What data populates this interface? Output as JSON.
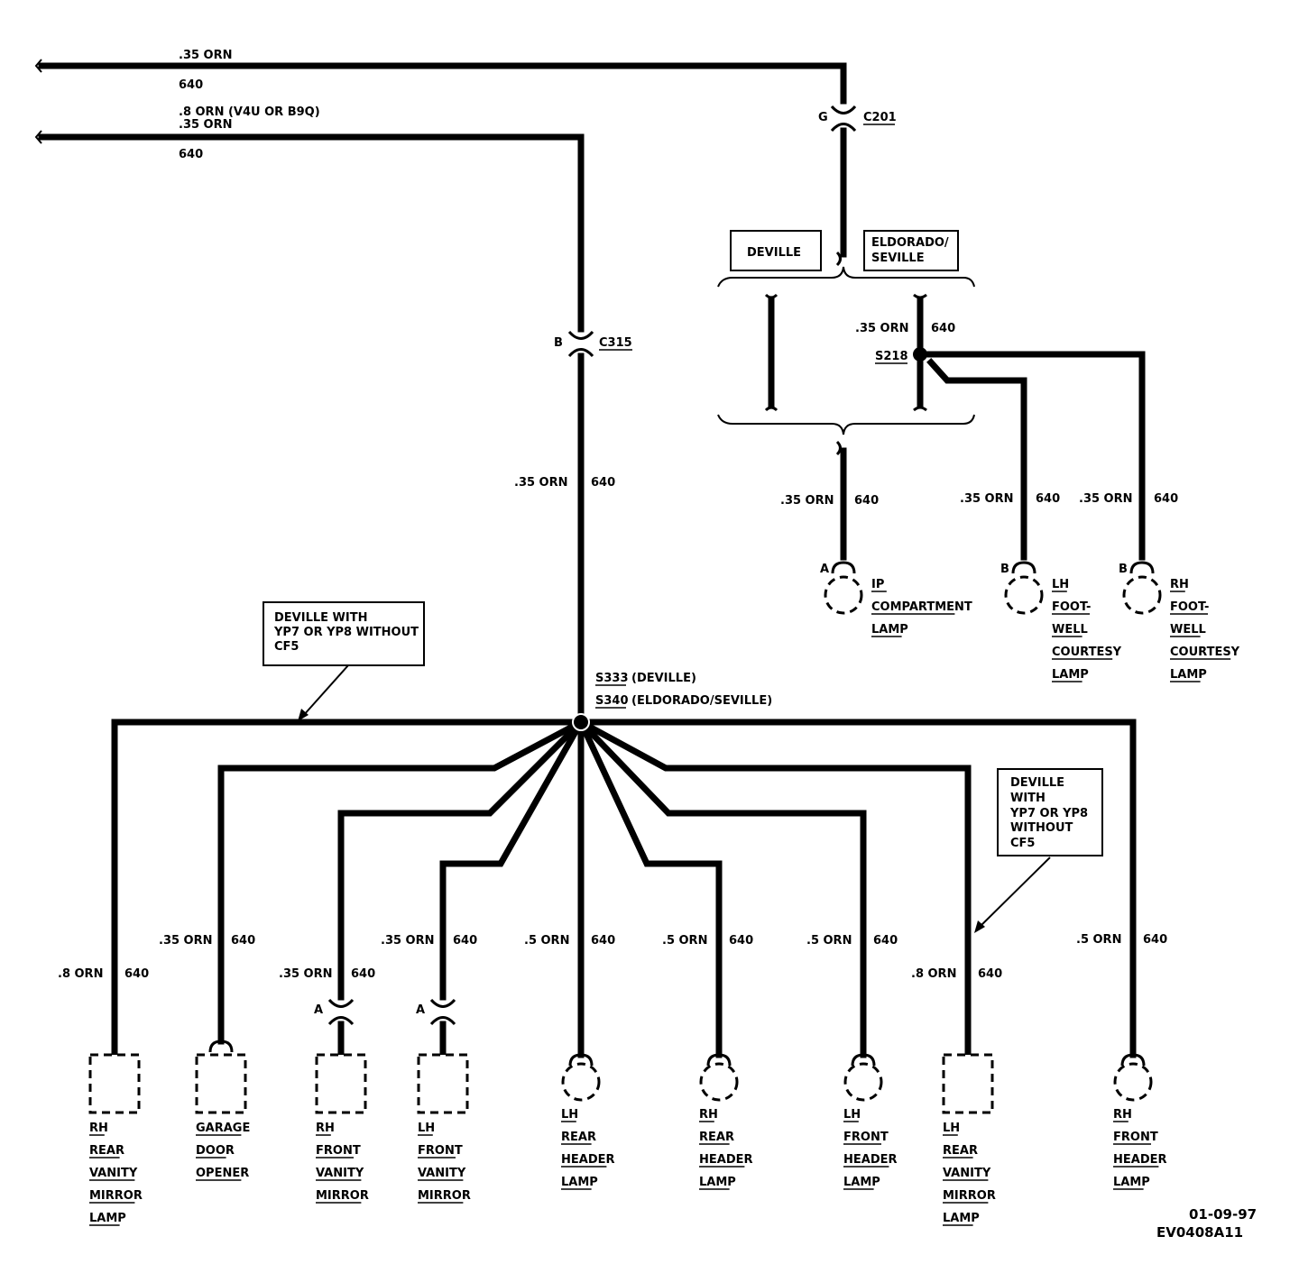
{
  "top_wires": {
    "wire1_gauge": ".35 ORN",
    "wire1_circuit": "640",
    "wire2_gauge_a": ".8 ORN (V4U OR B9Q)",
    "wire2_gauge_b": ".35 ORN",
    "wire2_circuit": "640"
  },
  "connectors": {
    "c201_pin": "G",
    "c201": "C201",
    "c315_pin": "B",
    "c315": "C315"
  },
  "option_boxes": {
    "deville": "DEVILLE",
    "eldorado_1": "ELDORADO/",
    "eldorado_2": "SEVILLE",
    "note_left": [
      "DEVILLE WITH",
      "YP7 OR YP8 WITHOUT",
      "CF5"
    ],
    "note_right": [
      "DEVILLE",
      "WITH",
      "YP7 OR YP8",
      "WITHOUT",
      "CF5"
    ]
  },
  "splices": {
    "s218": "S218",
    "s333": "S333",
    "s333_note": "(DEVILLE)",
    "s340": "S340",
    "s340_note": "(ELDORADO/SEVILLE)"
  },
  "wire_labels": {
    "c315_down_gauge": ".35 ORN",
    "c315_down_circuit": "640",
    "s218_gauge": ".35 ORN",
    "s218_circuit": "640",
    "ip_gauge": ".35 ORN",
    "ip_circuit": "640",
    "lh_foot_gauge": ".35 ORN",
    "lh_foot_circuit": "640",
    "rh_foot_gauge": ".35 ORN",
    "rh_foot_circuit": "640"
  },
  "upper_components": [
    {
      "pin": "A",
      "lines": [
        "IP",
        "COMPARTMENT",
        "LAMP"
      ]
    },
    {
      "pin": "B",
      "lines": [
        "LH",
        "FOOT-",
        "WELL",
        "COURTESY",
        "LAMP"
      ]
    },
    {
      "pin": "B",
      "lines": [
        "RH",
        "FOOT-",
        "WELL",
        "COURTESY",
        "LAMP"
      ]
    }
  ],
  "branches": [
    {
      "gauge": ".8 ORN",
      "circuit": "640",
      "pin": "",
      "lines": [
        "RH",
        "REAR",
        "VANITY",
        "MIRROR",
        "LAMP"
      ]
    },
    {
      "gauge": ".35 ORN",
      "circuit": "640",
      "pin": "",
      "lines": [
        "GARAGE",
        "DOOR",
        "OPENER"
      ]
    },
    {
      "gauge": ".35 ORN",
      "circuit": "640",
      "pin": "A",
      "lines": [
        "RH",
        "FRONT",
        "VANITY",
        "MIRROR"
      ]
    },
    {
      "gauge": ".35 ORN",
      "circuit": "640",
      "pin": "A",
      "lines": [
        "LH",
        "FRONT",
        "VANITY",
        "MIRROR"
      ]
    },
    {
      "gauge": ".5 ORN",
      "circuit": "640",
      "pin": "",
      "lines": [
        "LH",
        "REAR",
        "HEADER",
        "LAMP"
      ]
    },
    {
      "gauge": ".5 ORN",
      "circuit": "640",
      "pin": "",
      "lines": [
        "RH",
        "REAR",
        "HEADER",
        "LAMP"
      ]
    },
    {
      "gauge": ".5 ORN",
      "circuit": "640",
      "pin": "",
      "lines": [
        "LH",
        "FRONT",
        "HEADER",
        "LAMP"
      ]
    },
    {
      "gauge": ".8 ORN",
      "circuit": "640",
      "pin": "",
      "lines": [
        "LH",
        "REAR",
        "VANITY",
        "MIRROR",
        "LAMP"
      ]
    },
    {
      "gauge": ".5 ORN",
      "circuit": "640",
      "pin": "",
      "lines": [
        "RH",
        "FRONT",
        "HEADER",
        "LAMP"
      ]
    }
  ],
  "footer": {
    "date": "01-09-97",
    "code": "EV0408A11"
  }
}
